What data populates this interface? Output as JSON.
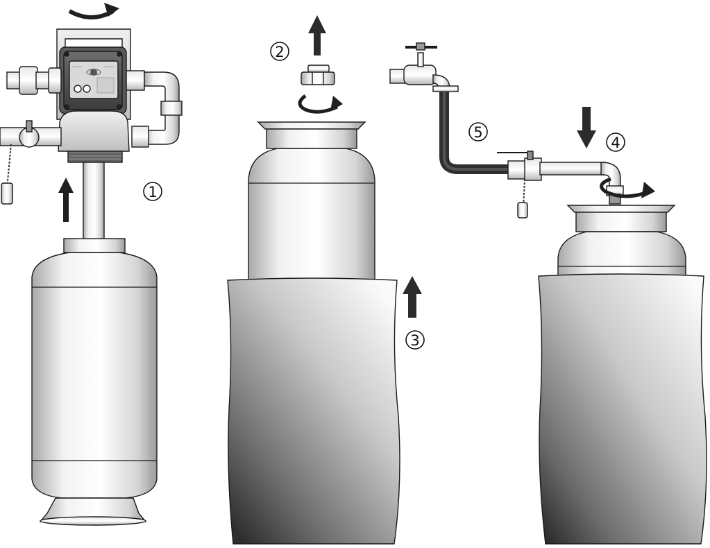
{
  "steps": [
    {
      "number": "1",
      "glyph": "①"
    },
    {
      "number": "2",
      "glyph": "②"
    },
    {
      "number": "3",
      "glyph": "③"
    },
    {
      "number": "4",
      "glyph": "④"
    },
    {
      "number": "5",
      "glyph": "⑤"
    }
  ],
  "icons": {
    "rotate_arrow": "rotate-arrow-icon",
    "up_arrow": "up-arrow-icon",
    "down_arrow": "down-arrow-icon"
  },
  "colors": {
    "outline": "#1a1a1a",
    "arrow": "#2b2b2b",
    "hose": "#3a3a3a",
    "metal_light": "#f4f4f4",
    "metal_mid": "#bdbdbd"
  }
}
